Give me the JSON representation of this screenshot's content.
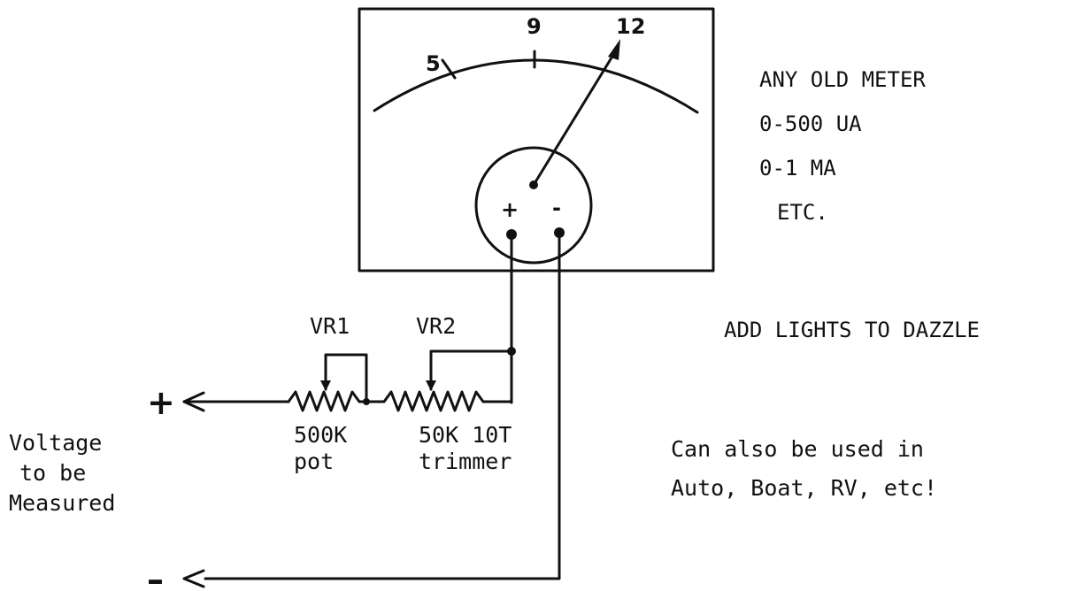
{
  "meter": {
    "scale_labels": [
      "5",
      "9",
      "12"
    ],
    "plus_label": "+",
    "minus_label": "-"
  },
  "notes": {
    "meter_lines": [
      "ANY OLD METER",
      "0-500 UA",
      "0-1 MA",
      "ETC."
    ],
    "lights": "ADD LIGHTS TO DAZZLE",
    "usage_lines": [
      "Can also be used in",
      "Auto, Boat, RV, etc!"
    ]
  },
  "input": {
    "plus": "+",
    "minus": "–",
    "label_lines": [
      "Voltage",
      "to be",
      "Measured"
    ]
  },
  "resistors": {
    "vr1": {
      "name": "VR1",
      "value": "500K",
      "kind": "pot"
    },
    "vr2": {
      "name": "VR2",
      "value": "50K 10T",
      "kind": "trimmer"
    }
  }
}
